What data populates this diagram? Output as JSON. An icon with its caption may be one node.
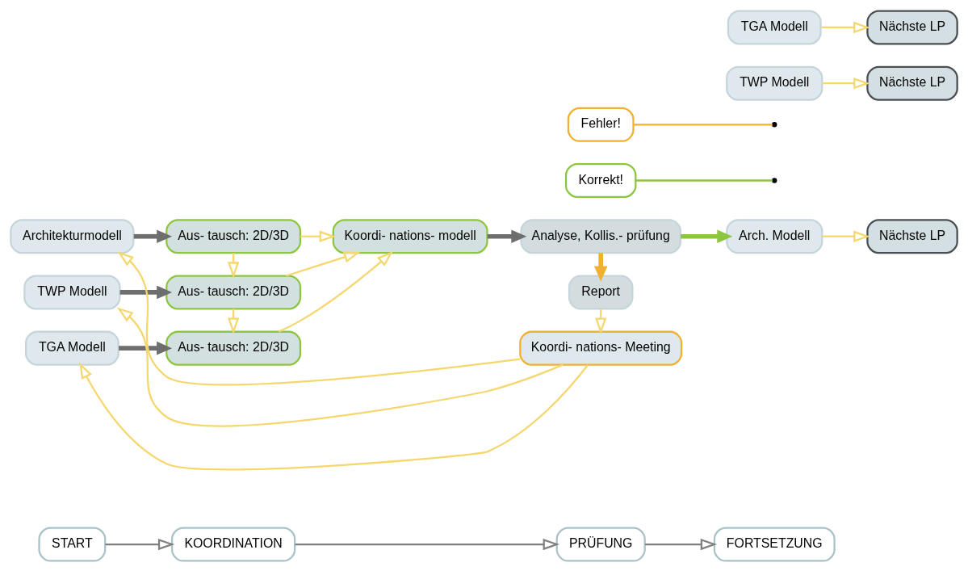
{
  "diagram": {
    "nodes": [
      {
        "text": [
          "START"
        ]
      },
      {
        "text": [
          "KOORDINATION"
        ]
      },
      {
        "text": [
          "PRÜFUNG"
        ]
      },
      {
        "text": [
          "FORTSETZUNG"
        ]
      },
      {
        "text": [
          "Architekturmodell"
        ]
      },
      {
        "text": [
          "Aus- tausch: 2D/3D"
        ]
      },
      {
        "text": [
          "Koordi- nations- modell"
        ]
      },
      {
        "text": [
          "Analyse, Kollis.- prüfung"
        ]
      },
      {
        "text": [
          "Korrekt!"
        ]
      },
      {
        "text": [
          "Arch. Modell"
        ]
      },
      {
        "text": [
          "Nächste LP"
        ]
      },
      {
        "text": [
          "TWP Modell"
        ]
      },
      {
        "text": [
          "Aus- tausch: 2D/3D"
        ]
      },
      {
        "text": [
          "Report"
        ]
      },
      {
        "text": [
          "Fehler!"
        ]
      },
      {
        "text": [
          "TWP Modell"
        ]
      },
      {
        "text": [
          "Nächste LP"
        ]
      },
      {
        "text": [
          "TGA Modell"
        ]
      },
      {
        "text": [
          "Aus- tausch: 2D/3D"
        ]
      },
      {
        "text": [
          "Koordi- nations- Meeting"
        ]
      },
      {
        "text": [
          "TGA Modell"
        ]
      },
      {
        "text": [
          "Nächste LP"
        ]
      }
    ],
    "edges": [
      {
        "from": 0,
        "to": 1,
        "arrow": "to",
        "color": "#808080"
      },
      {
        "from": 1,
        "to": 2,
        "arrow": "to",
        "color": "#808080"
      },
      {
        "from": 2,
        "to": 3,
        "arrow": "to",
        "color": "#808080"
      },
      {
        "from": 4,
        "to": 5,
        "arrow": "to",
        "style": "thick",
        "color": "#6e6e6e"
      },
      {
        "from": 11,
        "to": 12,
        "arrow": "to",
        "style": "thick",
        "color": "#6e6e6e"
      },
      {
        "from": 17,
        "to": 18,
        "arrow": "to",
        "style": "thick",
        "color": "#6e6e6e"
      },
      {
        "from": 5,
        "to": 12,
        "arrow": "to"
      },
      {
        "from": 12,
        "to": 18,
        "arrow": "to"
      },
      {
        "from": 5,
        "to": 6,
        "arrow": "to"
      },
      {
        "from": 12,
        "to": 6,
        "arrow": "to"
      },
      {
        "from": 18,
        "to": 6,
        "arrow": "to"
      },
      {
        "from": 6,
        "to": 7,
        "arrow": "to",
        "style": "thick",
        "color": "#6e6e6e"
      },
      {
        "from": 7,
        "to": 9,
        "arrow": "to",
        "style": "thick",
        "color": "#8cc63f"
      },
      {
        "from": 8,
        "to": null,
        "arrow": "none",
        "color": "#8cc63f"
      },
      {
        "from": 7,
        "to": 13,
        "arrow": "to",
        "style": "thick",
        "color": "#f0b030"
      },
      {
        "from": 14,
        "to": null,
        "arrow": "none",
        "color": "#f0b030"
      },
      {
        "from": 13,
        "to": 19,
        "arrow": "to"
      },
      {
        "from": 19,
        "to": 4,
        "arrow": "to"
      },
      {
        "from": 19,
        "to": 11,
        "arrow": "to"
      },
      {
        "from": 19,
        "to": 17,
        "arrow": "to"
      },
      {
        "from": 9,
        "to": 10,
        "arrow": "to"
      },
      {
        "from": 15,
        "to": 16,
        "arrow": "to"
      },
      {
        "from": 20,
        "to": 21,
        "arrow": "to"
      }
    ]
  }
}
